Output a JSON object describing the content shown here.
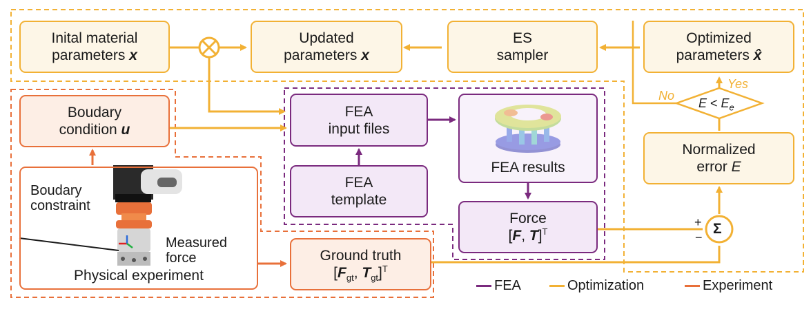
{
  "boxes": {
    "initial": [
      "Inital material",
      "parameters"
    ],
    "initial_var": "x",
    "updated": [
      "Updated",
      "parameters"
    ],
    "updated_var": "x",
    "es": [
      "ES",
      "sampler"
    ],
    "optimized": [
      "Optimized",
      "parameters"
    ],
    "optimized_var": "x̂",
    "boundary": [
      "Boudary",
      "condition"
    ],
    "boundary_var": "u",
    "fea_input": [
      "FEA",
      "input files"
    ],
    "fea_template": [
      "FEA",
      "template"
    ],
    "fea_results": "FEA results",
    "force": [
      "Force"
    ],
    "force_expr": {
      "open": "[",
      "f": "F",
      "sep": ", ",
      "t": "T",
      "close": "]",
      "sup": "T"
    },
    "ground_truth": "Ground truth",
    "gt_expr": {
      "open": "[",
      "f": "F",
      "fsub": "gt",
      "sep": ", ",
      "t": "T",
      "tsub": "gt",
      "close": "]",
      "sup": "T"
    },
    "norm_error": [
      "Normalized",
      "error"
    ],
    "norm_error_var": "E"
  },
  "decision": {
    "lhs": "E",
    "op": " < ",
    "rhs": "E",
    "rhs_sub": "e",
    "no": "No",
    "yes": "Yes"
  },
  "summation": {
    "symbol": "Σ",
    "plus": "+",
    "minus": "−"
  },
  "physical": {
    "boundary_constraint": [
      "Boudary",
      "constraint"
    ],
    "measured_force": [
      "Measured",
      "force"
    ],
    "caption": "Physical experiment"
  },
  "legend": [
    {
      "label": "FEA",
      "color": "#7a2a7e"
    },
    {
      "label": "Optimization",
      "color": "#f2b134"
    },
    {
      "label": "Experiment",
      "color": "#e8703a"
    }
  ],
  "colors": {
    "optimization": "#f2b134",
    "experiment": "#e8703a",
    "fea": "#7a2a7e"
  }
}
